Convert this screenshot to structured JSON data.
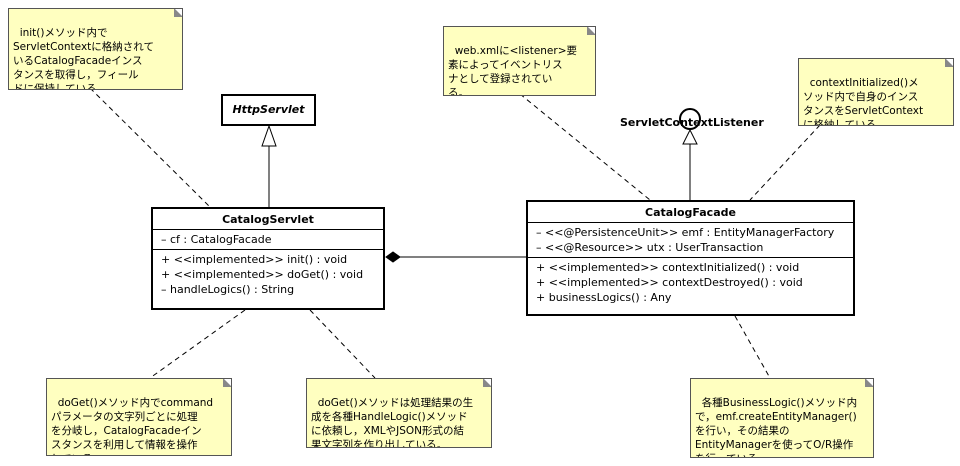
{
  "notes": {
    "init": "init()メソッド内で\nServletContextに格納されて\nいるCatalogFacadeインス\nタンスを取得し，フィール\nドに保持している。",
    "listener": "web.xmlに<listener>要\n素によってイベントリス\nナとして登録されてい\nる。",
    "context": "contextInitialized()メ\nソッド内で自身のインス\nタンスをServletContext\nに格納している。",
    "doget1": "doGet()メソッド内でcommand\nパラメータの文字列ごとに処理\nを分岐し，CatalogFacadeイン\nスタンスを利用して情報を操作\nしている。",
    "doget2": "doGet()メソッドは処理結果の生\n成を各種HandleLogic()メソッド\nに依頼し，XMLやJSON形式の結\n果文字列を作り出している。",
    "business": "各種BusinessLogic()メソッド内\nで，emf.createEntityManager()\nを行い，その結果の\nEntityManagerを使ってO/R操作\nを行っている。"
  },
  "http_servlet": "HttpServlet",
  "interface_name": "ServletContextListener",
  "catalog_servlet": {
    "name": "CatalogServlet",
    "attributes": [
      "– cf : CatalogFacade"
    ],
    "operations": [
      "+ <<implemented>> init() : void",
      "+ <<implemented>> doGet() : void",
      "– handleLogics() : String"
    ]
  },
  "catalog_facade": {
    "name": "CatalogFacade",
    "attributes": [
      "– <<@PersistenceUnit>> emf : EntityManagerFactory",
      "– <<@Resource>> utx : UserTransaction"
    ],
    "operations": [
      "+ <<implemented>> contextInitialized() : void",
      "+ <<implemented>> contextDestroyed() : void",
      "+ businessLogics() : Any"
    ]
  }
}
